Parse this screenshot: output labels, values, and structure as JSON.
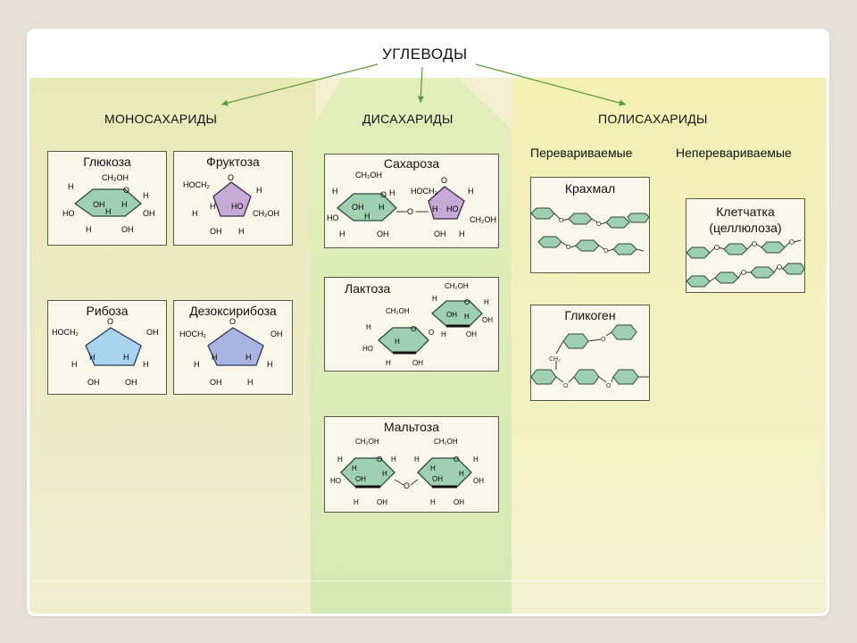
{
  "title": "УГЛЕВОДЫ",
  "categories": {
    "mono": "МОНОСАХАРИДЫ",
    "di": "ДИСАХАРИДЫ",
    "poly": "ПОЛИСАХАРИДЫ"
  },
  "poly_sub": {
    "digestible": "Перевариваемые",
    "indigestible": "Неперевариваемые"
  },
  "cards": {
    "glucose": "Глюкоза",
    "fructose": "Фруктоза",
    "ribose": "Рибоза",
    "deoxyribose": "Дезоксирибоза",
    "sucrose": "Сахароза",
    "lactose": "Лактоза",
    "maltose": "Мальтоза",
    "starch": "Крахмал",
    "glycogen": "Гликоген",
    "cellulose_line1": "Клетчатка",
    "cellulose_line2": "(целлюлоза)"
  },
  "labels": {
    "h": "H",
    "oh": "OH",
    "ho": "HO",
    "o": "O",
    "ch2oh": "CH₂OH",
    "hoch2": "HOCH₂",
    "ch2": "CH₂"
  },
  "colors": {
    "glucose_ring": "#9fd0b2",
    "fructose_ring": "#c6a9d4",
    "ribose_ring": "#a8d4f0",
    "deoxyribose_ring": "#aab4e2",
    "poly_unit": "#9fd0b2"
  }
}
